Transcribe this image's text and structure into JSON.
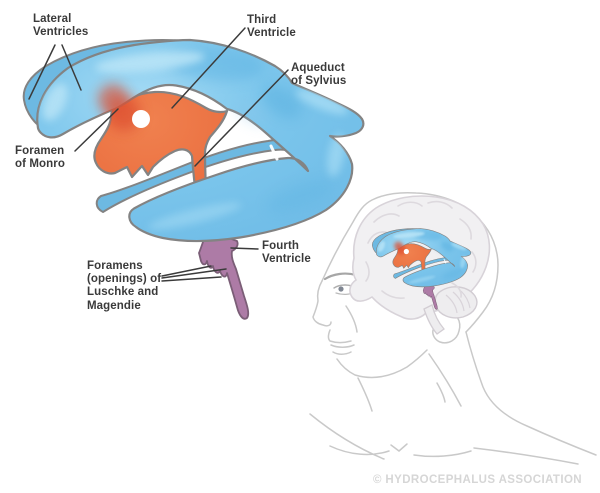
{
  "diagram": {
    "labels": {
      "lateral_ventricles": "Lateral\nVentricles",
      "third_ventricle": "Third\nVentricle",
      "aqueduct_of_sylvius": "Aqueduct\nof Sylvius",
      "foramen_of_monro": "Foramen\nof Monro",
      "fourth_ventricle": "Fourth\nVentricle",
      "foramens_luschke_magendie": "Foramens\n(openings) of\nLuschke and\nMagendie"
    },
    "copyright": "© HYDROCEPHALUS ASSOCIATION",
    "colors": {
      "csf_blue": "#7CC6EC",
      "csf_blue_back": "#6DB9E2",
      "third_ventricle_orange": "#EB6F40",
      "foramen_glow_red": "#DD4F33",
      "fourth_ventricle_purple": "#AD7BA6",
      "outline_gray": "#838383",
      "label_text": "#3A3A3A",
      "copyright_gray": "#D6D6D6",
      "head_line_gray": "#C9C9C9"
    }
  }
}
